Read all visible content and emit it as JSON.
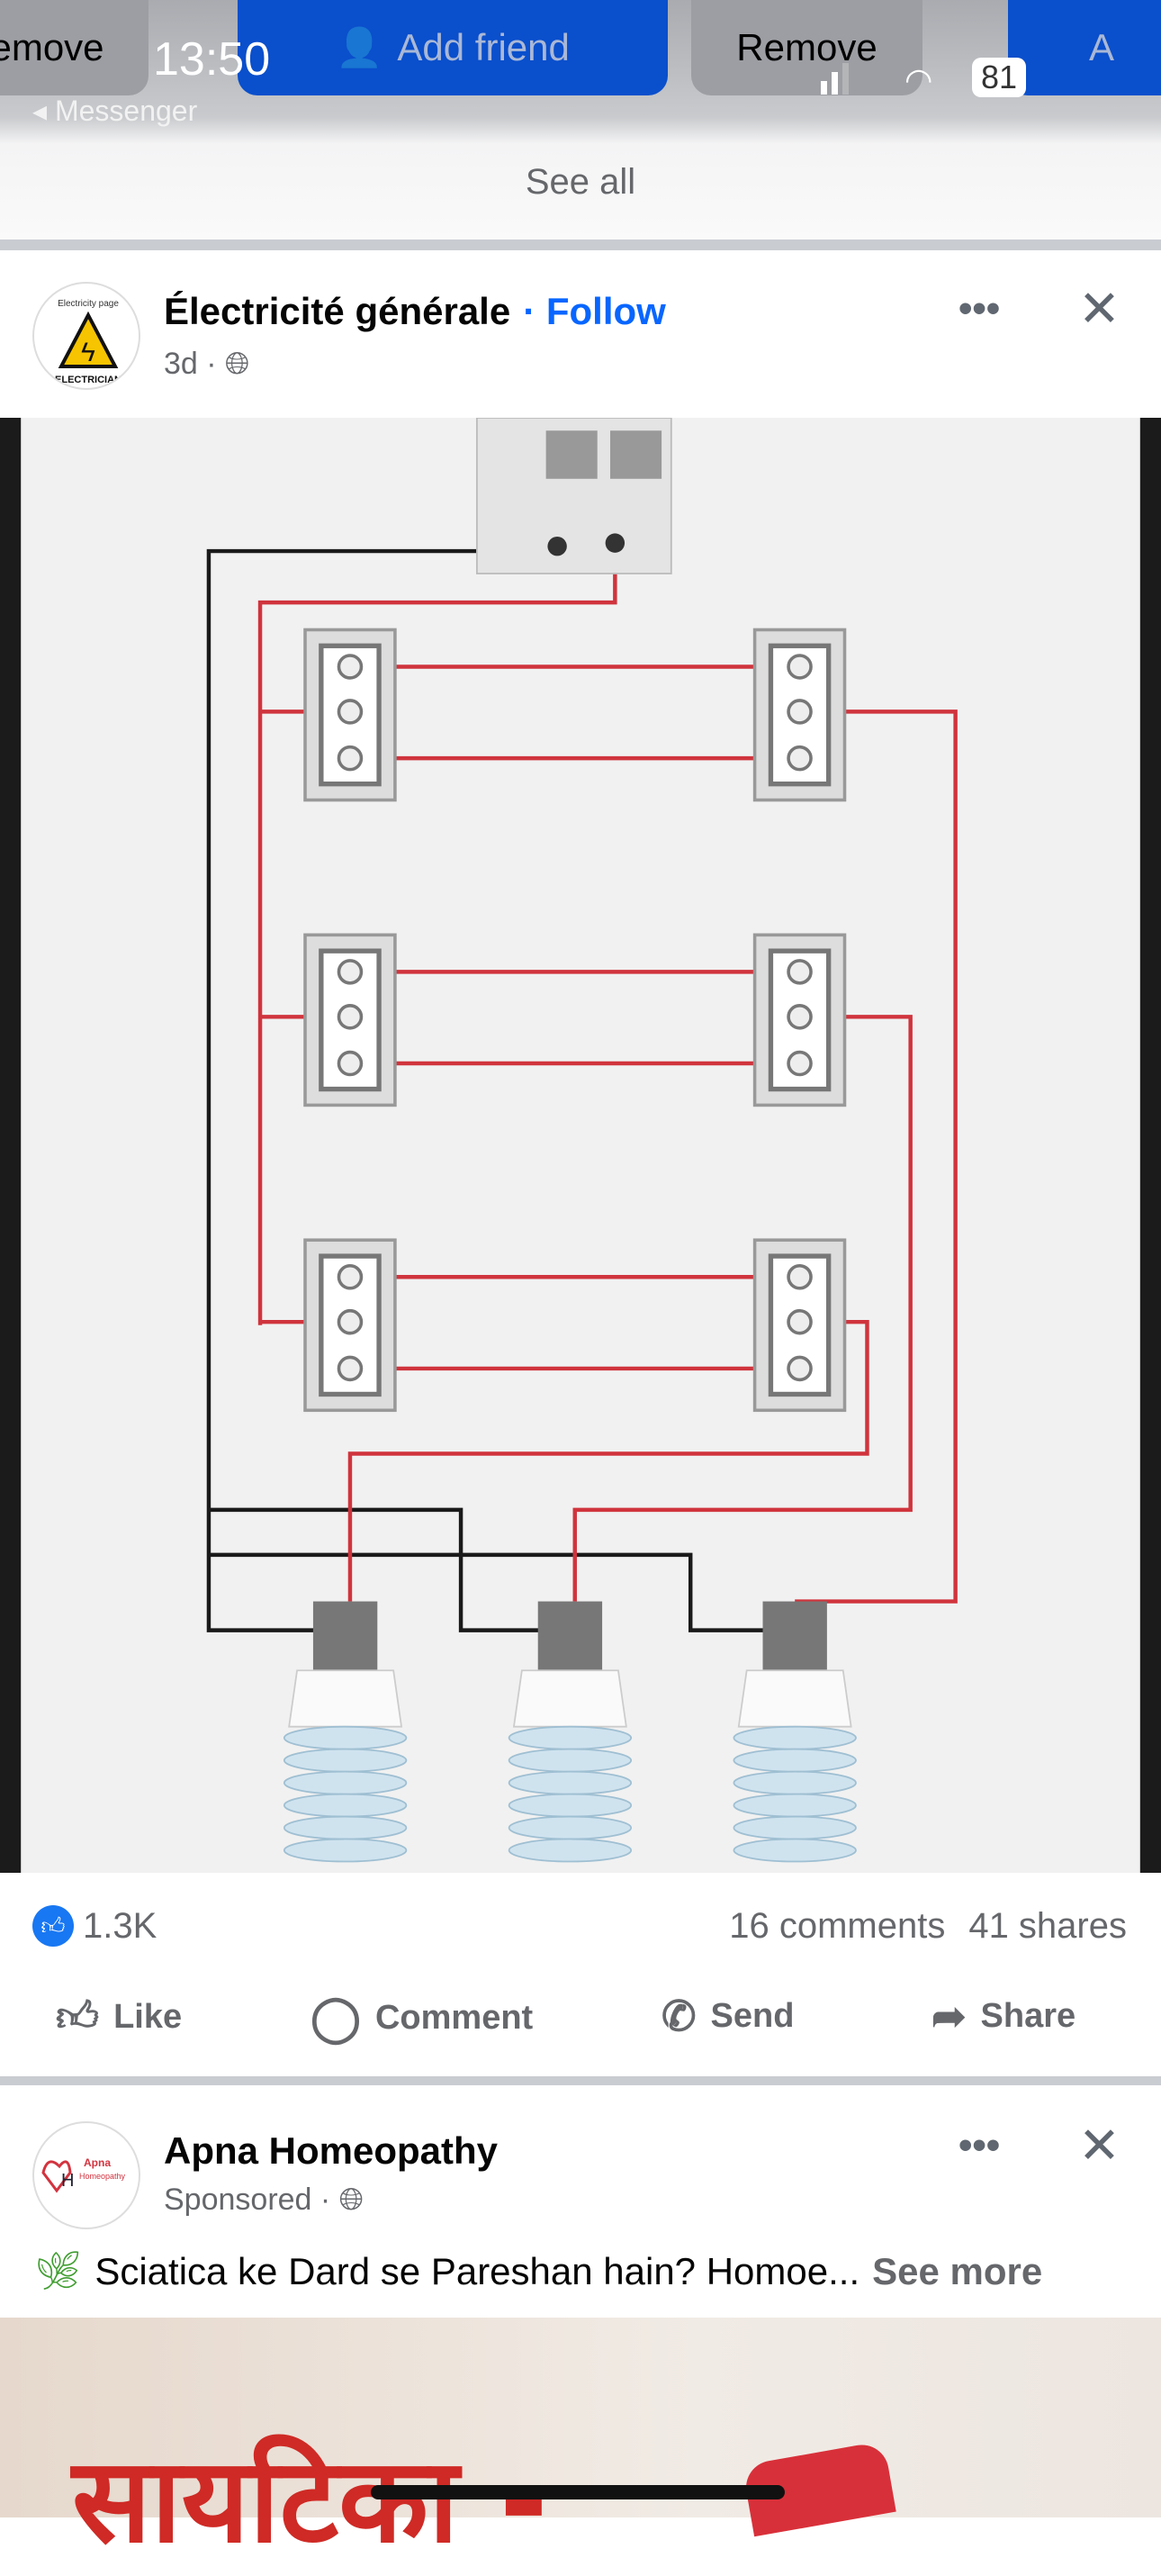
{
  "status_bar": {
    "time": "13:50",
    "back_app": "Messenger",
    "battery": "81"
  },
  "suggestions": {
    "buttons": [
      "emove",
      "Add friend",
      "Remove",
      "A"
    ],
    "see_all": "See all"
  },
  "post": {
    "page_name": "Électricité générale",
    "follow": "Follow",
    "age": "3d",
    "avatar_text": [
      "Electricity page",
      "ELECTRICIAN"
    ],
    "reactions": "1.3K",
    "comments": "16 comments",
    "shares": "41 shares",
    "actions": [
      "Like",
      "Comment",
      "Send",
      "Share"
    ]
  },
  "ad": {
    "advertiser": "Apna Homeopathy",
    "sponsored": "Sponsored",
    "avatar_text": [
      "Apna",
      "Homeopathy"
    ],
    "caption": "Sciatica ke Dard se Pareshan hain? Homoe...",
    "see_more": "See more",
    "image_text": "सायटिका -"
  },
  "colors": {
    "accent": "#0866ff",
    "wire_red": "#d0343d",
    "wire_black": "#1a1a1a"
  }
}
